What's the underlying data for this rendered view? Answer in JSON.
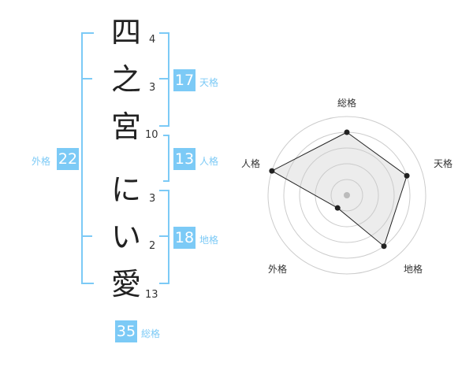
{
  "name_chars": [
    {
      "char": "四",
      "strokes": "4"
    },
    {
      "char": "之",
      "strokes": "3"
    },
    {
      "char": "宮",
      "strokes": "10"
    },
    {
      "char": "に",
      "strokes": "3"
    },
    {
      "char": "い",
      "strokes": "2"
    },
    {
      "char": "愛",
      "strokes": "13"
    }
  ],
  "grids": {
    "tenkaku": {
      "value": "17",
      "label": "天格"
    },
    "jinkaku": {
      "value": "13",
      "label": "人格"
    },
    "chikaku": {
      "value": "18",
      "label": "地格"
    },
    "gaikaku": {
      "value": "22",
      "label": "外格"
    },
    "soukaku": {
      "value": "35",
      "label": "総格"
    }
  },
  "colors": {
    "accent": "#7ccaf6",
    "text": "#222222",
    "grid": "#cccccc"
  },
  "chart_data": {
    "type": "radar",
    "axes": [
      "総格",
      "天格",
      "地格",
      "外格",
      "人格"
    ],
    "values": [
      0.8,
      0.8,
      0.8,
      0.2,
      1.0
    ],
    "max": 1.0,
    "rings": 5
  }
}
